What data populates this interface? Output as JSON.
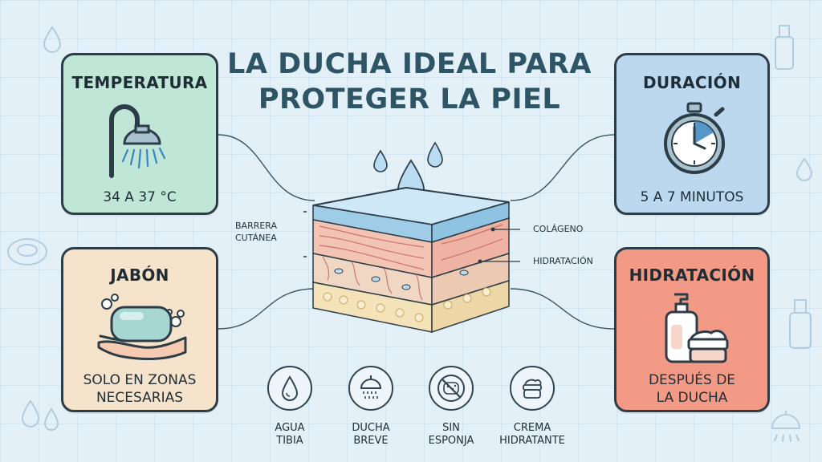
{
  "title": "LA DUCHA IDEAL PARA PROTEGER LA PIEL",
  "colors": {
    "background": "#e3f0f8",
    "temperature_card": "#bfe6d6",
    "duration_card": "#bcd8ee",
    "soap_card": "#f6e3cc",
    "hydration_card": "#f39a86",
    "title": "#2e5566",
    "outline": "#2c3d47"
  },
  "cards": {
    "temperature": {
      "heading": "TEMPERATURA",
      "value": "34 A 37 °C",
      "icon": "shower-head-icon"
    },
    "duration": {
      "heading": "DURACIÓN",
      "value": "5 A 7 MINUTOS",
      "icon": "stopwatch-icon"
    },
    "soap": {
      "heading": "JABÓN",
      "value_line1": "SOLO EN ZONAS",
      "value_line2": "NECESARIAS",
      "icon": "soap-hand-icon"
    },
    "hydration": {
      "heading": "HIDRATACIÓN",
      "value_line1": "DESPUÉS DE",
      "value_line2": "LA DUCHA",
      "icon": "lotion-cream-icon"
    }
  },
  "skin_labels": {
    "barrier_line1": "BARRERA",
    "barrier_line2": "CUTÁNEA",
    "collagen": "COLÁGENO",
    "hydration": "HIDRATACIÓN"
  },
  "bottom_items": [
    {
      "label": "AGUA\nTIBIA",
      "icon": "water-drop-icon"
    },
    {
      "label": "DUCHA\nBREVE",
      "icon": "shower-icon"
    },
    {
      "label": "SIN\nESPONJA",
      "icon": "no-sponge-icon"
    },
    {
      "label": "CREMA\nHIDRATANTE",
      "icon": "cream-jar-icon"
    }
  ]
}
